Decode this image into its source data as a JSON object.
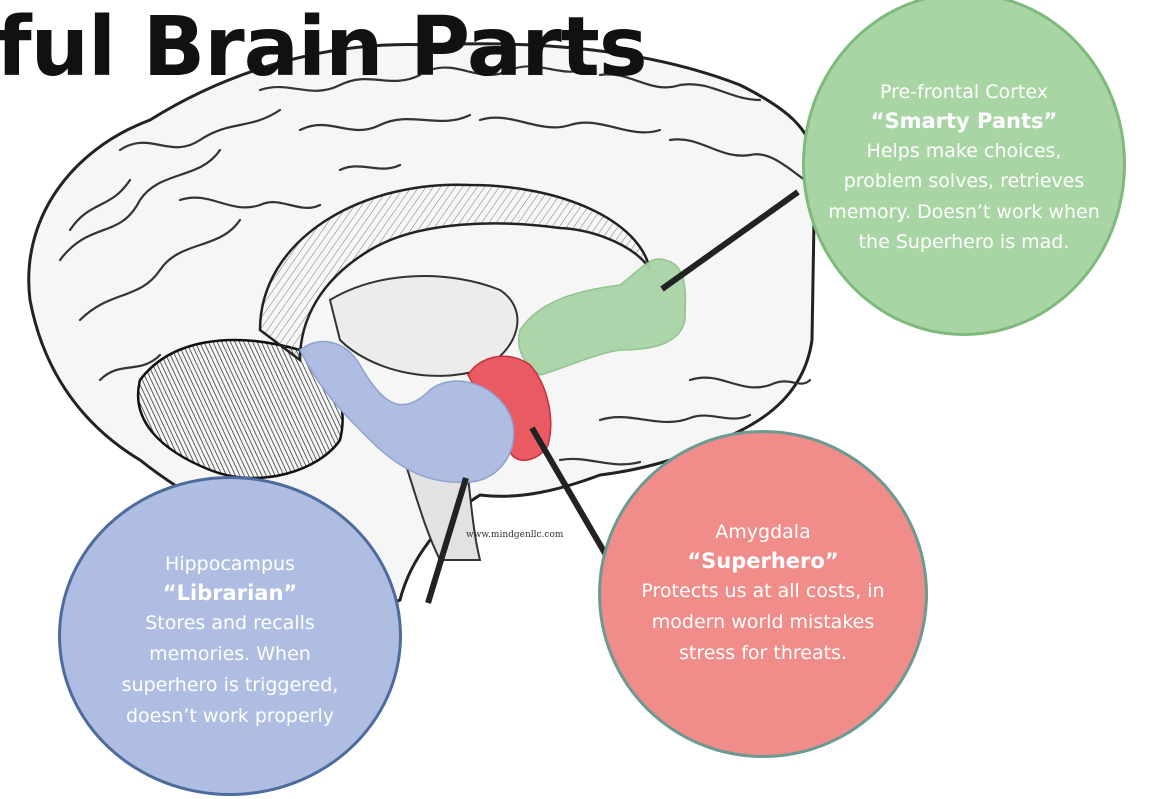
{
  "title": "ful Brain Parts",
  "watermark": "www.mindgenllc.com",
  "colors": {
    "prefrontal": "#a9d5a5",
    "hippocampus": "#aebde1",
    "amygdala": "#f08c89",
    "outline": "#222222"
  },
  "regions": {
    "prefrontal": {
      "name": "Pre-frontal Cortex",
      "nickname": "“Smarty Pants”",
      "description": "Helps make choices, problem solves, retrieves memory. Doesn’t work when the Superhero is mad."
    },
    "hippocampus": {
      "name": "Hippocampus",
      "nickname": "“Librarian”",
      "description": "Stores and recalls memories. When superhero is triggered, doesn’t work properly"
    },
    "amygdala": {
      "name": "Amygdala",
      "nickname": "“Superhero”",
      "description": "Protects us at all costs, in modern world mistakes stress for threats."
    }
  }
}
